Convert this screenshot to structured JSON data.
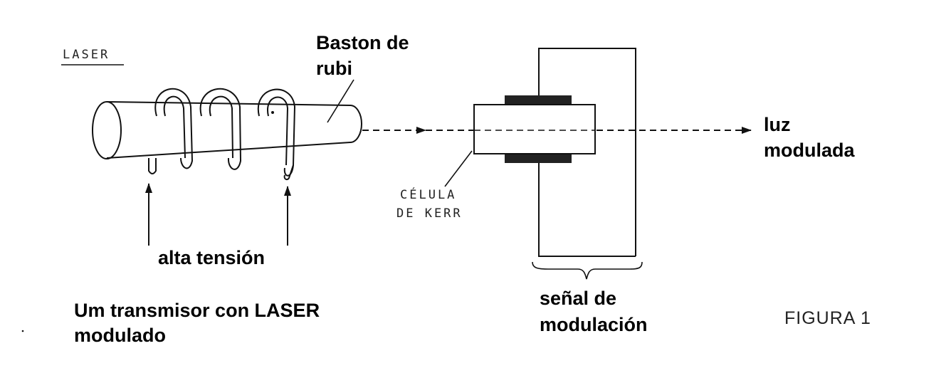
{
  "labels": {
    "laser": "LASER",
    "rod_line1": "Baston de",
    "rod_line2": "rubi",
    "kerr_line1": "CÉLULA",
    "kerr_line2": "DE KERR",
    "light_line1": "luz",
    "light_line2": "modulada",
    "voltage": "alta tensión",
    "signal_line1": "señal de",
    "signal_line2": "modulación",
    "caption_line1": "Um transmisor con LASER",
    "caption_line2": "modulado",
    "figure": "FIGURA 1"
  },
  "colors": {
    "ink": "#111111",
    "electrode": "#222222",
    "background": "#ffffff"
  }
}
